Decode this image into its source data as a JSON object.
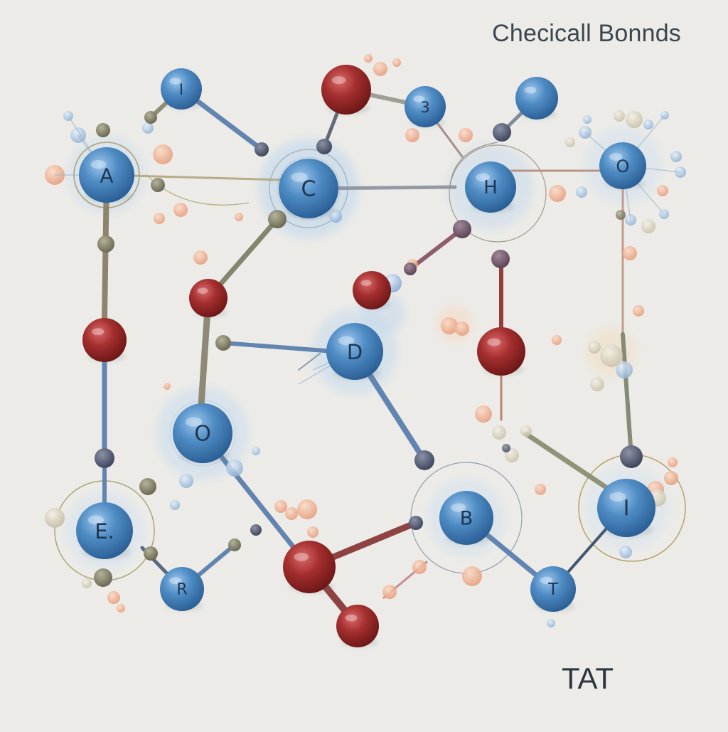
{
  "title": "Checicall Bonnds",
  "corner_label": "TAT",
  "colors": {
    "background": "#ecebe7",
    "atom_blue": "#4a86be",
    "atom_red": "#9c2a2a",
    "bond_blue": "#5b7fae",
    "bond_olive": "#8a876e",
    "bond_red": "#8a3a3a",
    "orbit_ring": "#a79a6a"
  },
  "atoms": [
    {
      "id": "a1",
      "label": "I",
      "kind": "blue"
    },
    {
      "id": "a2",
      "label": "",
      "kind": "red"
    },
    {
      "id": "a3",
      "label": "3",
      "kind": "blue"
    },
    {
      "id": "a4",
      "label": "",
      "kind": "blue"
    },
    {
      "id": "a5",
      "label": "A",
      "kind": "blue"
    },
    {
      "id": "a6",
      "label": "C",
      "kind": "blue"
    },
    {
      "id": "a7",
      "label": "H",
      "kind": "blue"
    },
    {
      "id": "a8",
      "label": "O",
      "kind": "blue"
    },
    {
      "id": "a9",
      "label": "",
      "kind": "red"
    },
    {
      "id": "a10",
      "label": "",
      "kind": "red"
    },
    {
      "id": "a11",
      "label": "",
      "kind": "red"
    },
    {
      "id": "a12",
      "label": "D",
      "kind": "blue"
    },
    {
      "id": "a13",
      "label": "",
      "kind": "red"
    },
    {
      "id": "a14",
      "label": "O",
      "kind": "blue"
    },
    {
      "id": "a15",
      "label": "E.",
      "kind": "blue"
    },
    {
      "id": "a16",
      "label": "R",
      "kind": "blue"
    },
    {
      "id": "a17",
      "label": "",
      "kind": "red"
    },
    {
      "id": "a18",
      "label": "",
      "kind": "red"
    },
    {
      "id": "a19",
      "label": "B",
      "kind": "blue"
    },
    {
      "id": "a20",
      "label": "T",
      "kind": "blue"
    },
    {
      "id": "a21",
      "label": "I",
      "kind": "blue"
    }
  ]
}
